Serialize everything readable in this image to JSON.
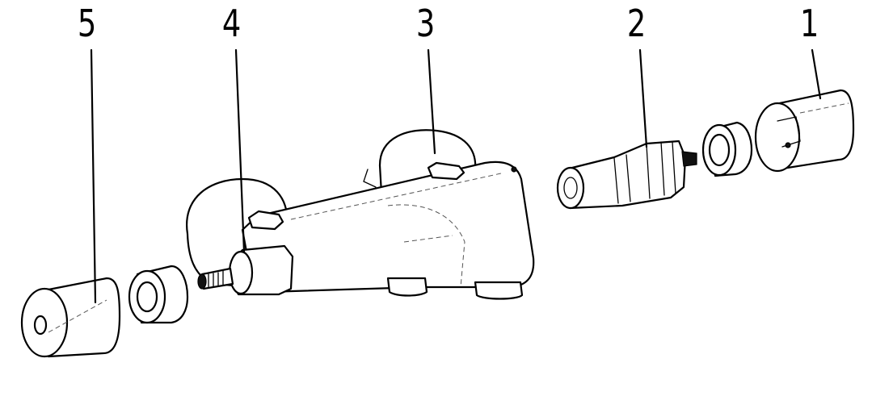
{
  "figure": {
    "type": "exploded-parts-diagram",
    "callouts": [
      {
        "id": "part-1",
        "label": "1"
      },
      {
        "id": "part-2",
        "label": "2"
      },
      {
        "id": "part-3",
        "label": "3"
      },
      {
        "id": "part-4",
        "label": "4"
      },
      {
        "id": "part-5",
        "label": "5"
      }
    ],
    "line_color": "#000000",
    "background": "#ffffff"
  }
}
